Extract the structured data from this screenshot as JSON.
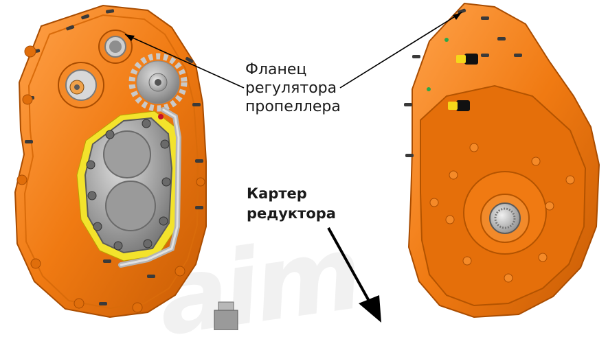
{
  "callouts": {
    "flange_line1": "Фланец",
    "flange_line2": "регулятора",
    "flange_line3": "пропеллера",
    "case_line1": "Картер",
    "case_line2": "редуктора"
  },
  "watermark_text": "aim",
  "colors": {
    "housing": "#f07a12",
    "housing_dark": "#c85c04",
    "housing_light": "#ffa24a",
    "gasket": "#f3e32c",
    "gear_grey": "#a8a8a8",
    "arrow": "#000000"
  }
}
